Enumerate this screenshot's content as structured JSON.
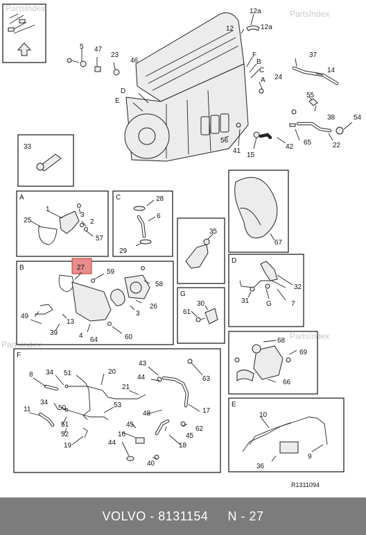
{
  "watermark": "PartsIndex",
  "drawing_ref": "R1311094",
  "footer": {
    "part_code": "VOLVO - 8131154",
    "position": "N - 27"
  },
  "highlight_color": "#e88c8c",
  "engine_labels": [
    "12a",
    "12a",
    "12",
    "5",
    "47",
    "23",
    "46",
    "F",
    "B",
    "C",
    "D",
    "E",
    "A",
    "24",
    "37",
    "14",
    "55",
    "38",
    "54",
    "56",
    "41",
    "15",
    "42",
    "65",
    "22"
  ],
  "panel_labels": {
    "p33": [
      "33"
    ],
    "pA": [
      "A",
      "1",
      "25",
      "3",
      "2",
      "57"
    ],
    "pC": [
      "C",
      "28",
      "6",
      "29"
    ],
    "p67": [
      "67"
    ],
    "p35": [
      "35"
    ],
    "pD": [
      "D",
      "32",
      "31",
      "G",
      "7"
    ],
    "pB": [
      "B",
      "27",
      "59",
      "58",
      "26",
      "49",
      "13",
      "39",
      "3",
      "4",
      "64",
      "60"
    ],
    "pG": [
      "G",
      "30",
      "61"
    ],
    "p68": [
      "68",
      "69",
      "66"
    ],
    "pF": [
      "F",
      "8",
      "34",
      "51",
      "20",
      "43",
      "44",
      "63",
      "21",
      "11",
      "34",
      "50",
      "53",
      "48",
      "17",
      "51",
      "52",
      "19",
      "45",
      "62",
      "16",
      "44",
      "40",
      "18",
      "45"
    ],
    "pE": [
      "E",
      "10",
      "36",
      "9"
    ]
  }
}
